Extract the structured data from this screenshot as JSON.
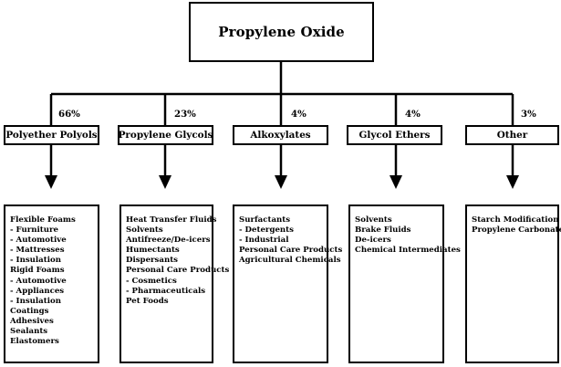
{
  "title": "Propylene Oxide",
  "branches": [
    {
      "percent": "66%",
      "label": "Polyether Polyols",
      "uses": [
        "Flexible Foams",
        "- Furniture",
        "- Automotive",
        "- Mattresses",
        "- Insulation",
        "Rigid Foams",
        "- Automotive",
        "- Appliances",
        "- Insulation",
        "Coatings",
        "Adhesives",
        "Sealants",
        "Elastomers"
      ]
    },
    {
      "percent": "23%",
      "label": "Propylene Glycols",
      "uses": [
        "Heat Transfer Fluids",
        "Solvents",
        "Antifreeze/De-icers",
        "Humectants",
        "Dispersants",
        "Personal Care Products",
        "- Cosmetics",
        "- Pharmaceuticals",
        "Pet Foods"
      ]
    },
    {
      "percent": "4%",
      "label": "Alkoxylates",
      "uses": [
        "Surfactants",
        "- Detergents",
        "- Industrial",
        "Personal Care Products",
        "Agricultural Chemicals"
      ]
    },
    {
      "percent": "4%",
      "label": "Glycol Ethers",
      "uses": [
        "Solvents",
        "Brake Fluids",
        "De-icers",
        "Chemical Intermediates"
      ]
    },
    {
      "percent": "3%",
      "label": "Other",
      "uses": [
        "Starch Modification",
        "Propylene Carbonate"
      ]
    }
  ]
}
